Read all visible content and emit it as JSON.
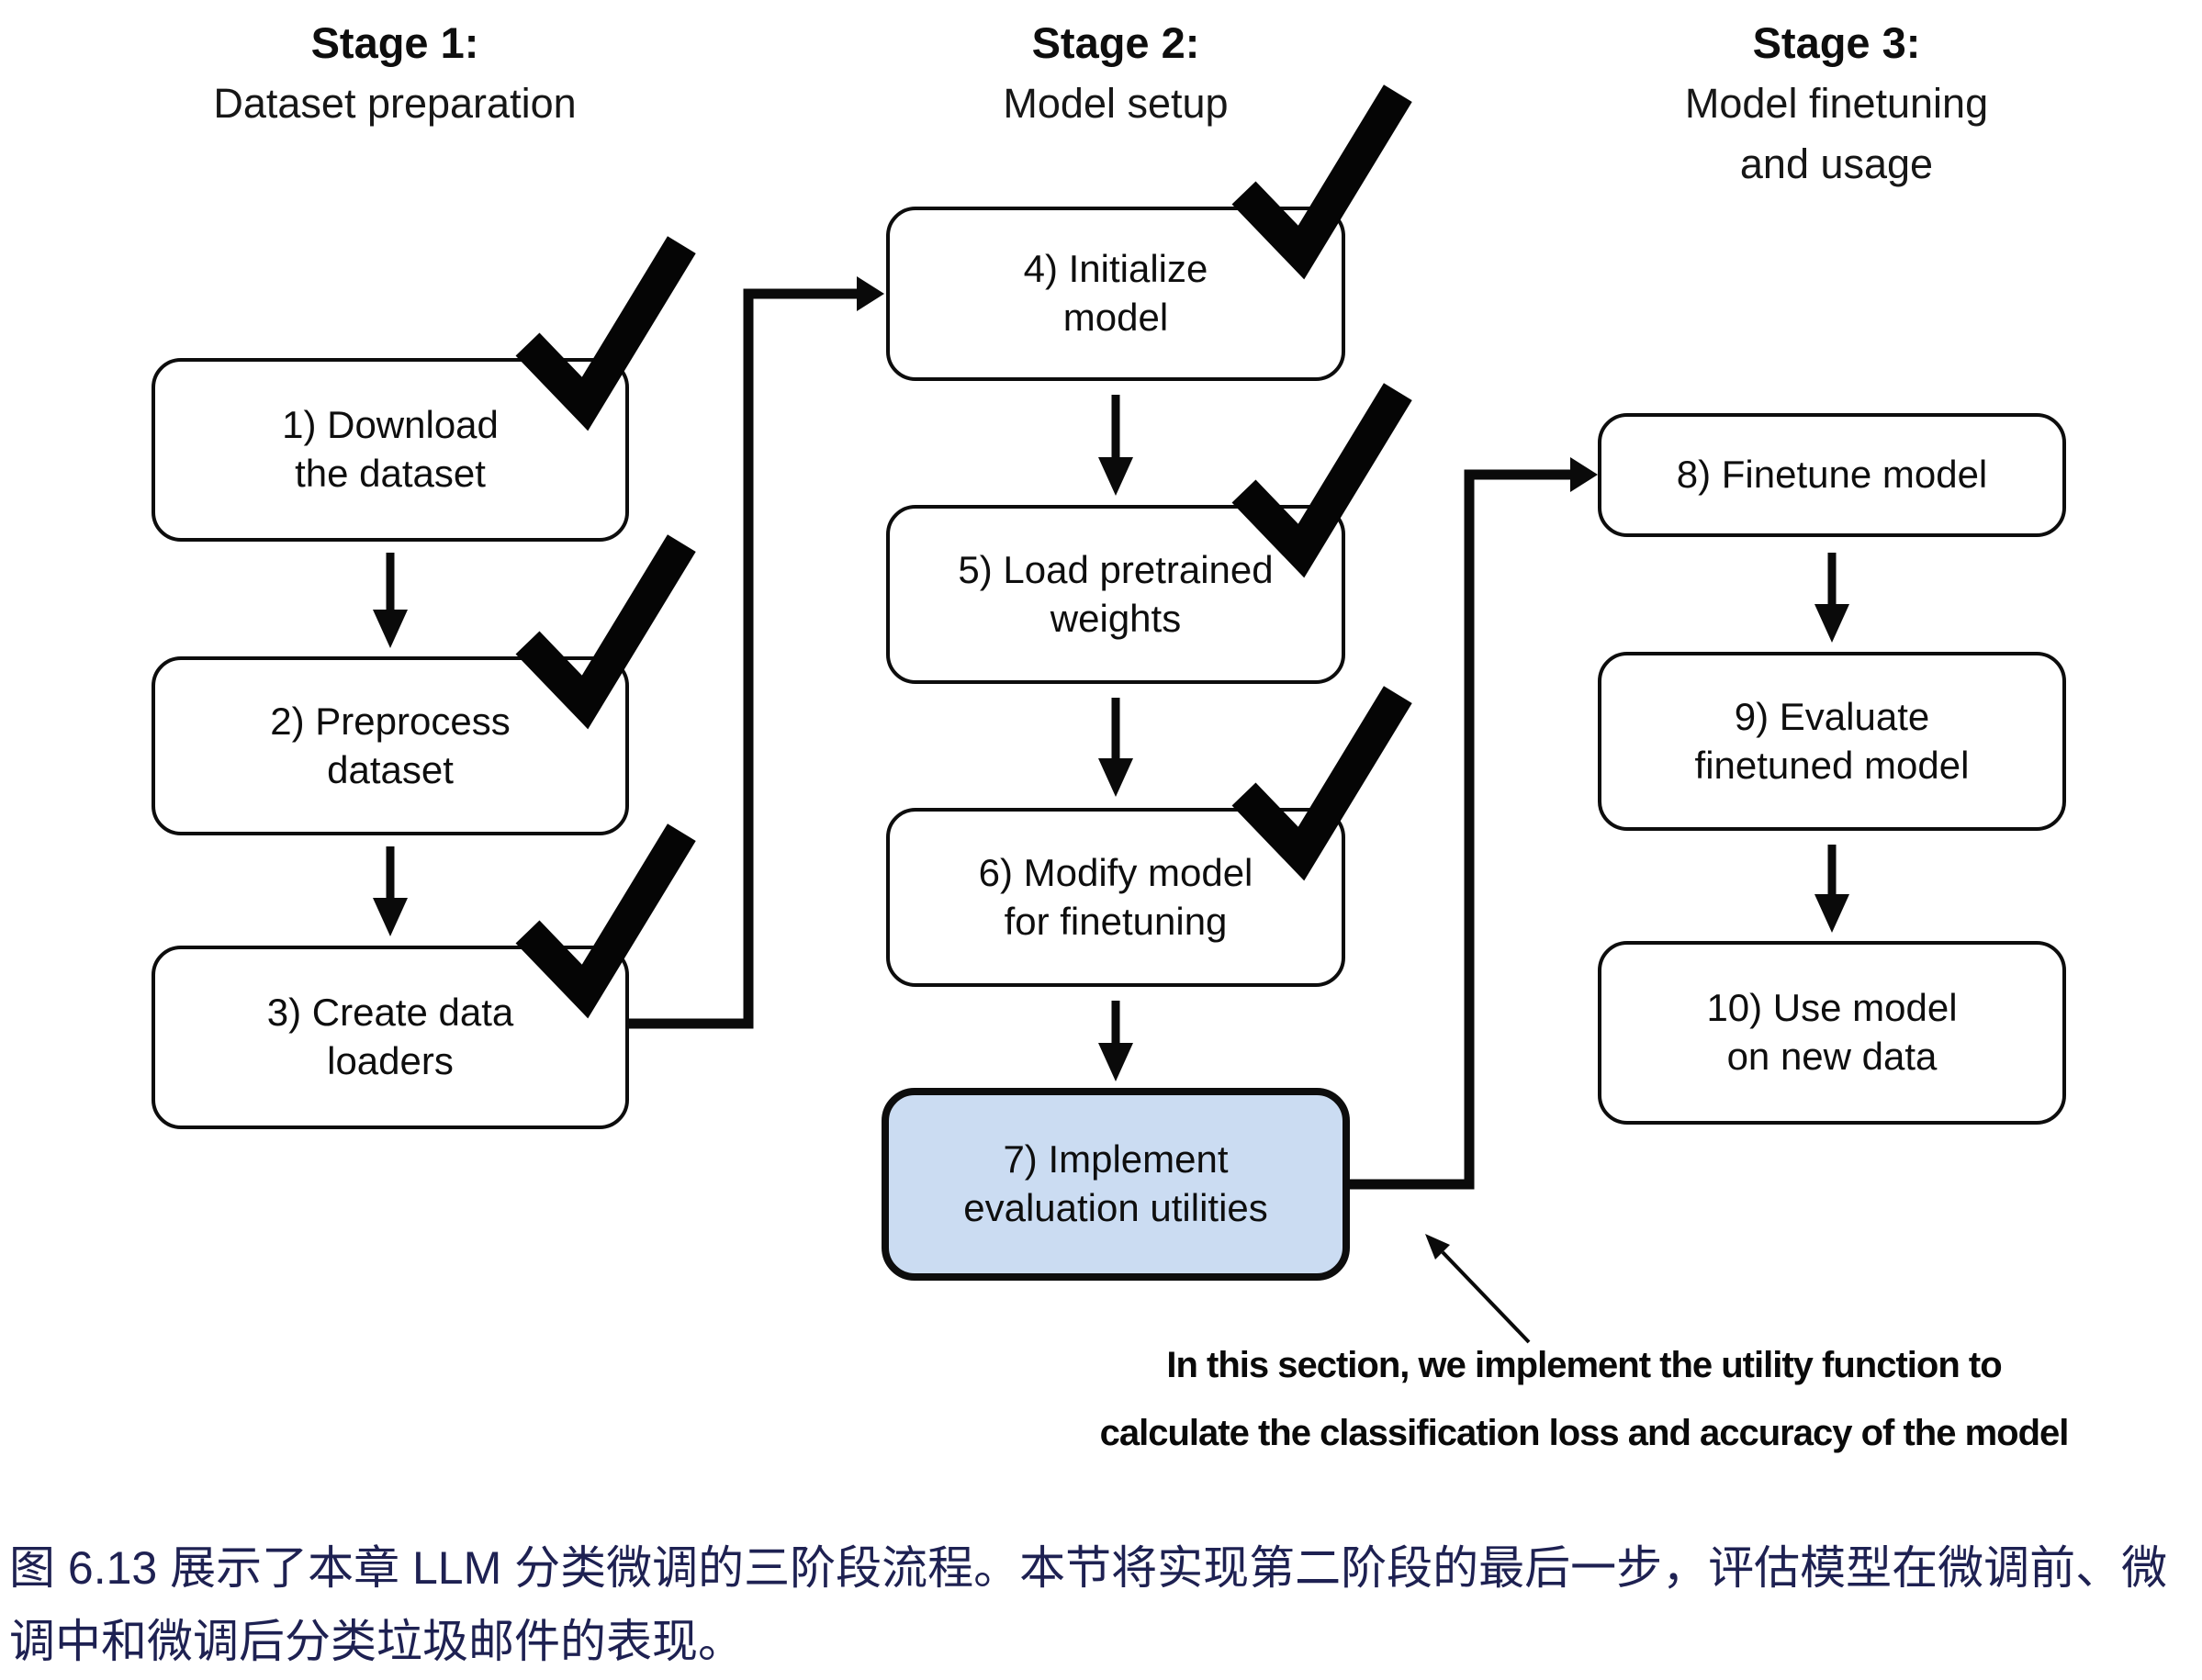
{
  "diagram": {
    "stages": [
      {
        "title": "Stage 1:",
        "subtitle_lines": [
          "Dataset preparation",
          ""
        ]
      },
      {
        "title": "Stage 2:",
        "subtitle_lines": [
          "Model setup",
          ""
        ]
      },
      {
        "title": "Stage 3:",
        "subtitle_lines": [
          "Model finetuning",
          "and usage"
        ]
      }
    ],
    "boxes": [
      {
        "lines": [
          "1) Download",
          "the dataset"
        ],
        "checked": true,
        "highlighted": false
      },
      {
        "lines": [
          "2) Preprocess",
          "dataset"
        ],
        "checked": true,
        "highlighted": false
      },
      {
        "lines": [
          "3) Create data",
          "loaders"
        ],
        "checked": true,
        "highlighted": false
      },
      {
        "lines": [
          "4) Initialize",
          "model"
        ],
        "checked": true,
        "highlighted": false
      },
      {
        "lines": [
          "5) Load pretrained",
          "weights"
        ],
        "checked": true,
        "highlighted": false
      },
      {
        "lines": [
          "6) Modify model",
          "for finetuning"
        ],
        "checked": true,
        "highlighted": false
      },
      {
        "lines": [
          "7) Implement",
          "evaluation utilities"
        ],
        "checked": false,
        "highlighted": true
      },
      {
        "lines": [
          "8) Finetune model",
          ""
        ],
        "checked": false,
        "highlighted": false
      },
      {
        "lines": [
          "9) Evaluate",
          "finetuned model"
        ],
        "checked": false,
        "highlighted": false
      },
      {
        "lines": [
          "10) Use model",
          "on new data"
        ],
        "checked": false,
        "highlighted": false
      }
    ],
    "annotation_lines": [
      "In this section, we implement the utility function to",
      "calculate the classification loss and accuracy of the model"
    ],
    "caption_lines": [
      "图 6.13 展示了本章 LLM 分类微调的三阶段流程。本节将实现第二阶段的最后一步，评估模型在微调前、微",
      "调中和微调后分类垃圾邮件的表现。"
    ],
    "colors": {
      "highlight_fill": "#cbdcf2",
      "caption_text": "#1e2152",
      "line_color": "#0a0a0a"
    }
  }
}
